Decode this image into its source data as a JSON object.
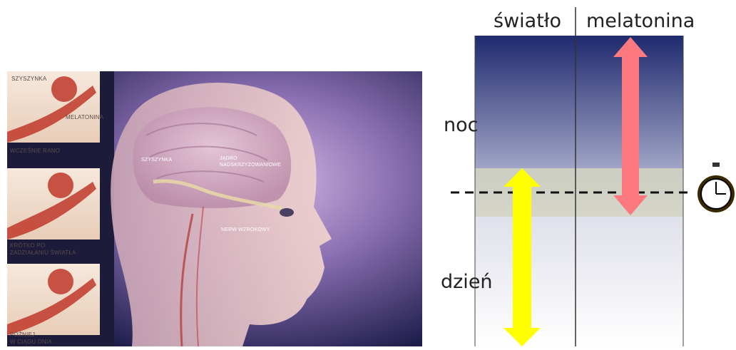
{
  "illustration": {
    "panels": [
      {
        "top_label": "SZYSZYNKA",
        "side_label": "MELATONINA",
        "caption": "WCZEŚNIE RANO"
      },
      {
        "caption": "KRÓTKO PO\nZADZIAŁANIU ŚWIATŁA"
      },
      {
        "caption": "PÓŹNIEJ\nW CIĄGU DNIA"
      }
    ],
    "brain_labels": {
      "pineal": "SZYSZYNKA",
      "scn": "JĄDRO\nNADSKRZYŻOWANIOWE",
      "optic_nerve": "NERW WZROKOWY"
    }
  },
  "diagram": {
    "columns": [
      "światło",
      "melatonina"
    ],
    "night_label": "noc",
    "day_label": "dzień",
    "colors": {
      "night_top": "#1f2a6e",
      "transition_band": "#d4d4c2",
      "light_arrow": "#ffff00",
      "melatonin_arrow": "#fc7a7f",
      "clock_rim": "#3a2a00"
    },
    "icons": [
      "clock-icon",
      "double-arrow-icon"
    ]
  }
}
